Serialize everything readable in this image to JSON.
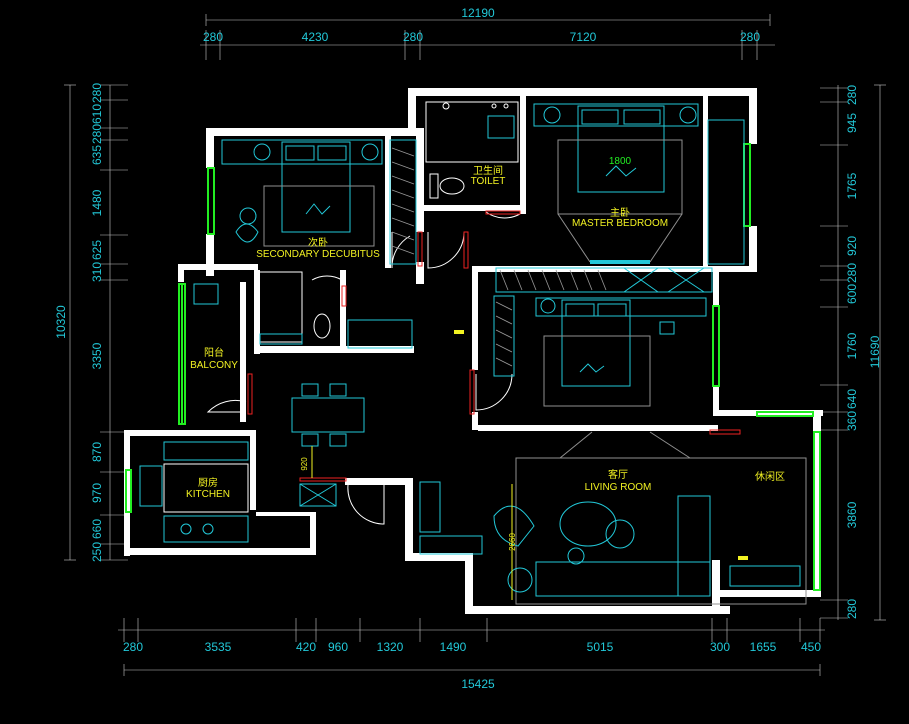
{
  "drawing": {
    "dims_top_total": "12190",
    "dims_top": [
      "280",
      "4230",
      "280",
      "7120",
      "280"
    ],
    "dims_bottom": [
      "280",
      "3535",
      "420",
      "960",
      "1320",
      "1490",
      "5015",
      "300",
      "1655",
      "450"
    ],
    "dims_bottom_total": "15425",
    "dims_left_total": "10320",
    "dims_left": [
      "280",
      "610",
      "280",
      "635",
      "1480",
      "625",
      "310",
      "3350",
      "870",
      "970",
      "660",
      "250"
    ],
    "dims_right_total": "11690",
    "dims_right": [
      "280",
      "945",
      "1765",
      "920",
      "280",
      "600",
      "1760",
      "640",
      "360",
      "3860",
      "280"
    ],
    "room_labels": {
      "toilet_cn": "卫生间",
      "toilet_en": "TOILET",
      "master_cn": "主卧",
      "master_en": "MASTER BEDROOM",
      "secondary_cn": "次卧",
      "secondary_en": "SECONDARY DECUBITUS",
      "balcony_cn": "阳台",
      "balcony_en": "BALCONY",
      "kitchen_cn": "厨房",
      "kitchen_en": "KITCHEN",
      "living_cn": "客厅",
      "living_en": "LIVING ROOM",
      "leisure_cn": "休闲区"
    },
    "annotations": {
      "bed_size": "1800",
      "table_dim": "920",
      "sofa_dim": "2660"
    },
    "colors": {
      "dimension": "#22c8d8",
      "label": "#f2f222",
      "wall": "#ffffff",
      "window": "#22ee22",
      "door": "#ee2222",
      "background": "#000000"
    }
  }
}
